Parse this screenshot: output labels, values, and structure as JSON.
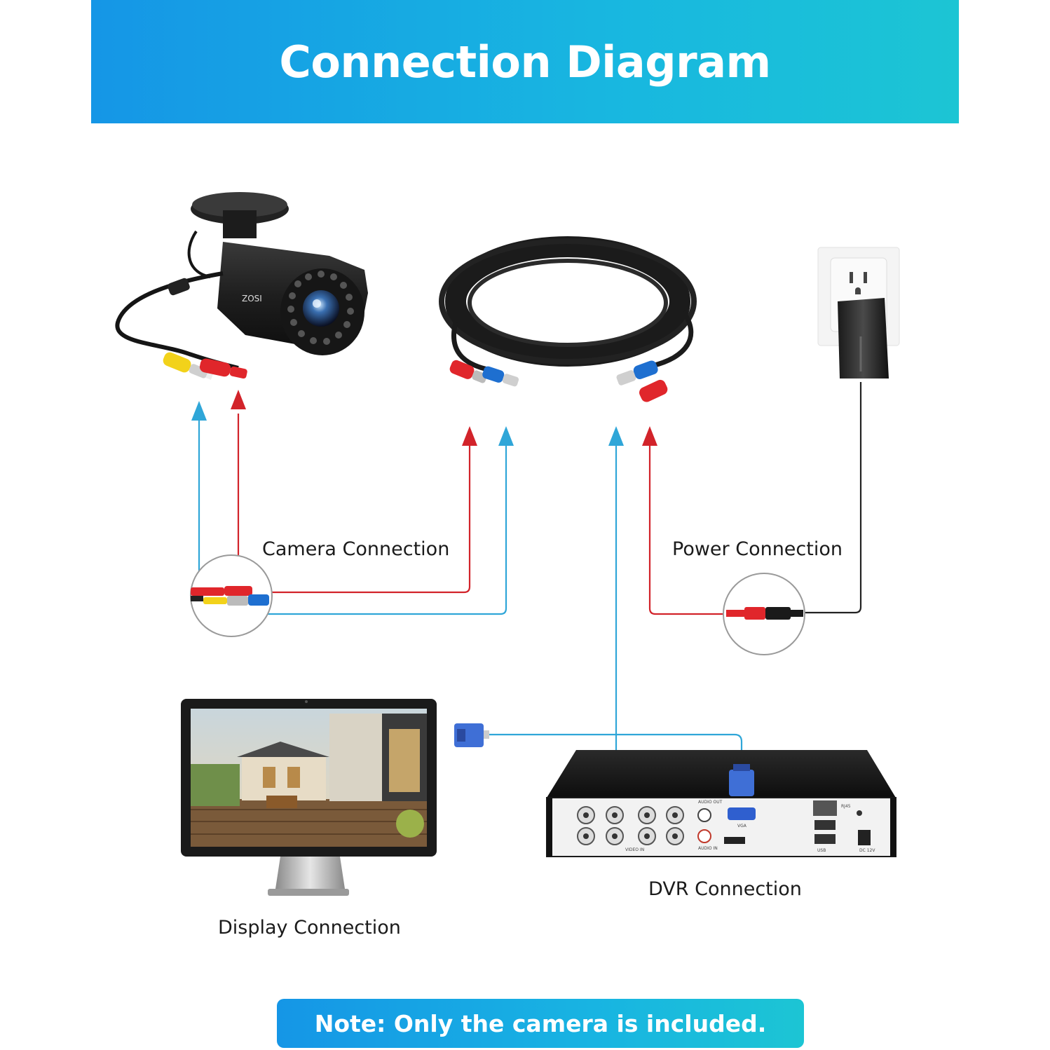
{
  "header": {
    "title": "Connection Diagram"
  },
  "camera": {
    "brand": "ZOSI"
  },
  "labels": {
    "camera_connection": "Camera Connection",
    "power_connection": "Power Connection",
    "display_connection": "Display Connection",
    "dvr_connection": "DVR Connection"
  },
  "dvr_panel": {
    "audio_out": "AUDIO OUT",
    "audio_in": "AUDIO IN",
    "vga": "VGA",
    "video_in": "VIDEO IN",
    "rj45": "RJ45",
    "dc": "DC 12V",
    "usb": "USB"
  },
  "note": {
    "text": "Note: Only the camera is included."
  },
  "colors": {
    "header_start": "#1596e6",
    "header_end": "#1cc5d4",
    "video_line": "#2fa6d8",
    "power_line": "#d2232a",
    "neutral_line": "#222222"
  }
}
